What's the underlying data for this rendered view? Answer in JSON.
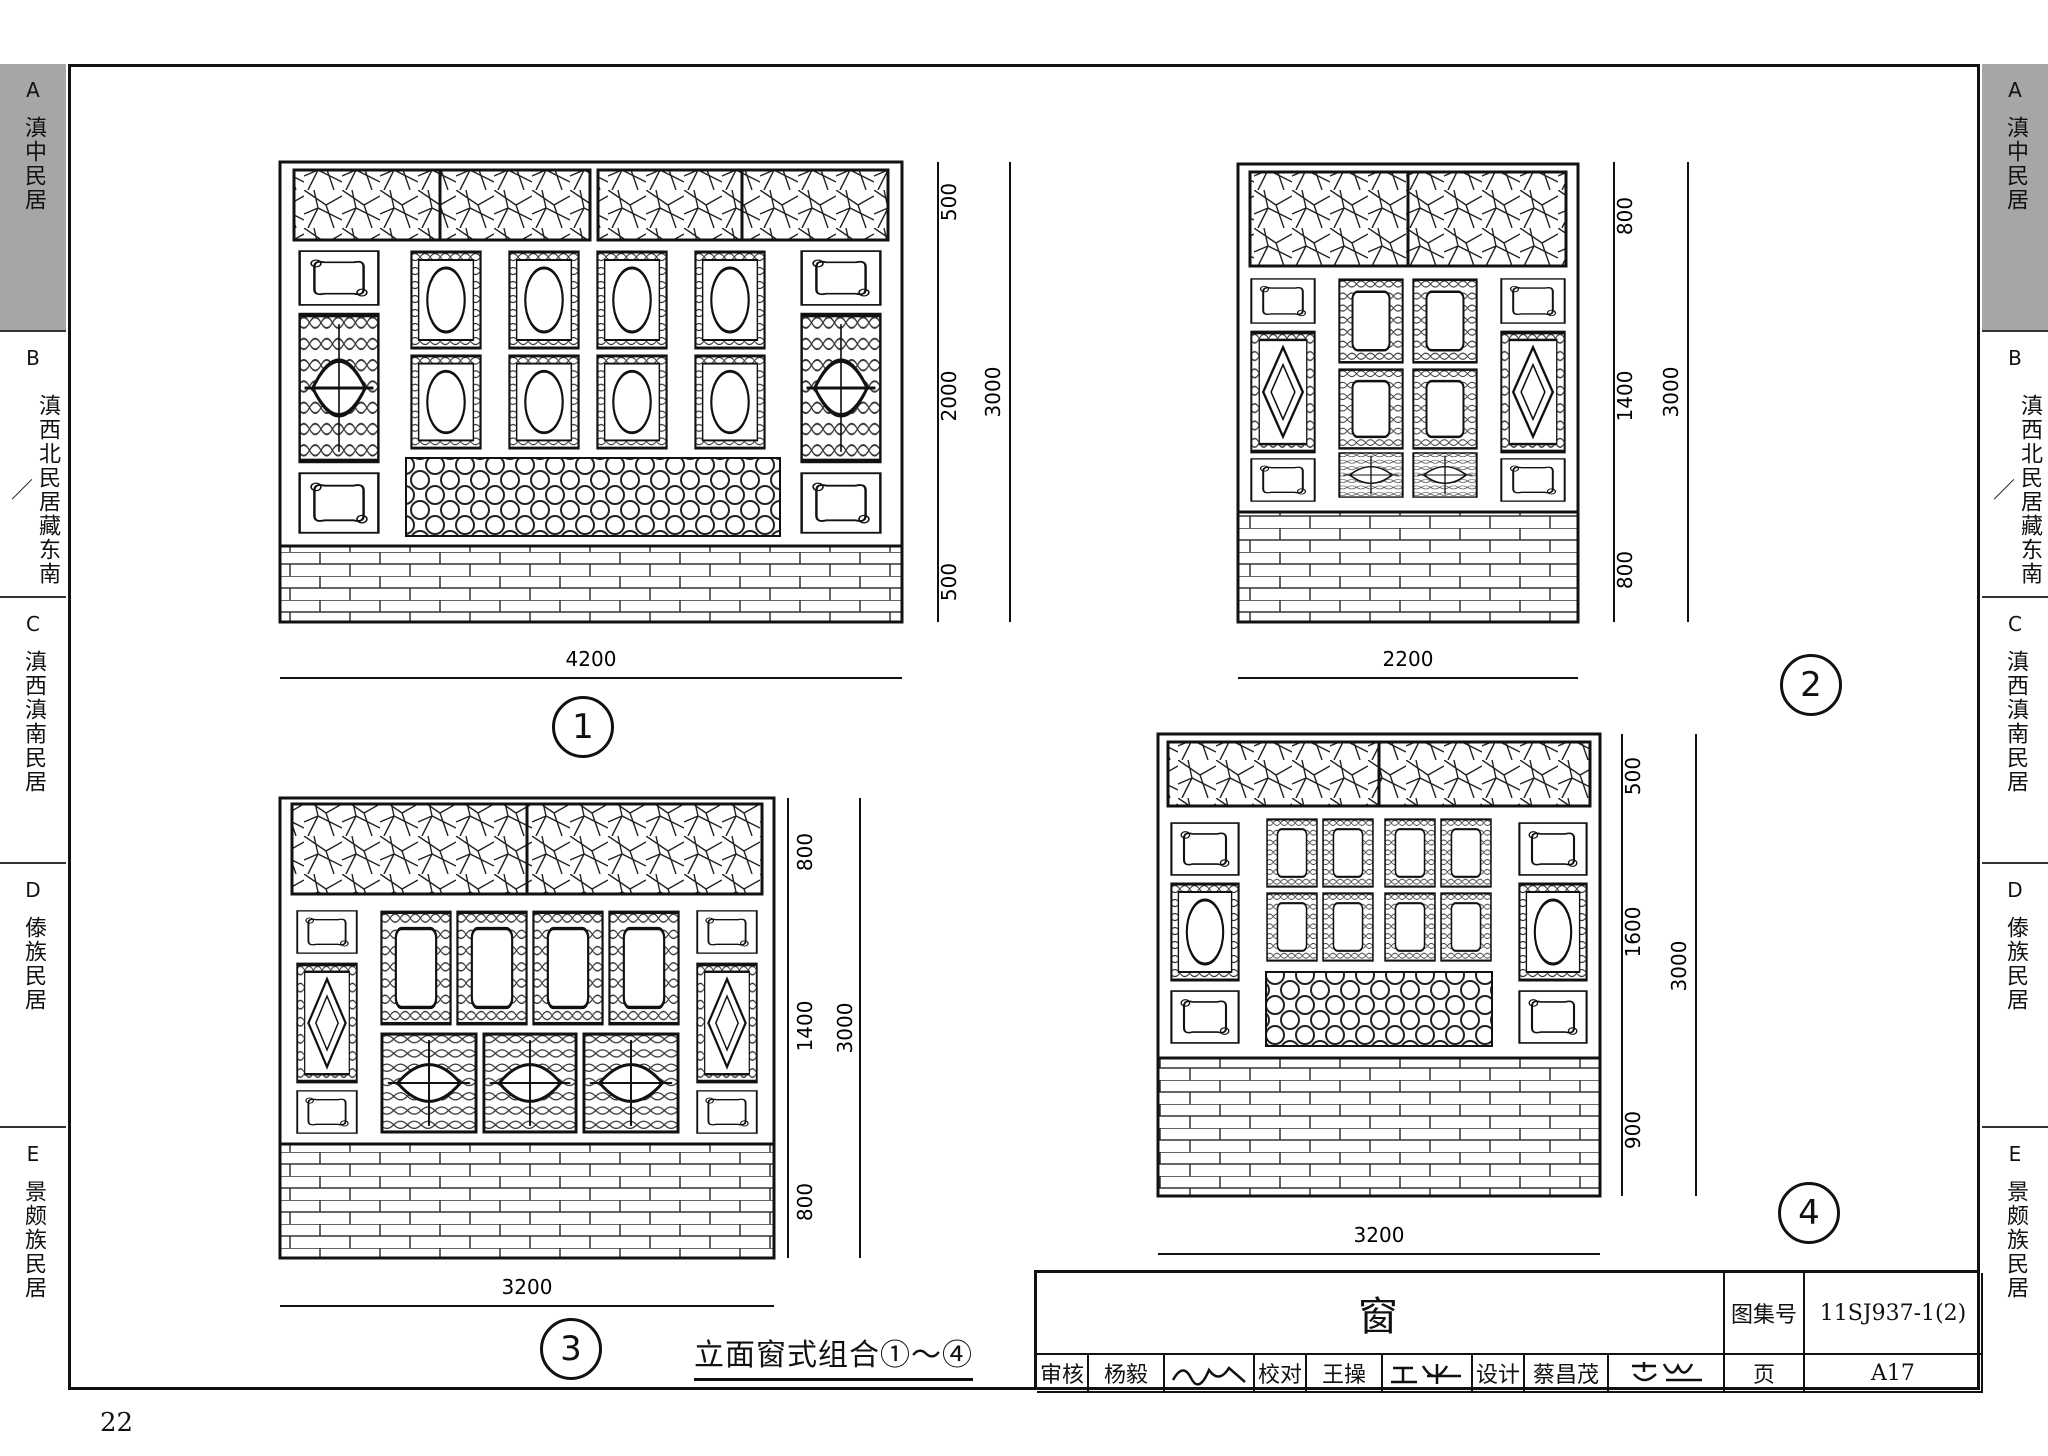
{
  "page_number": "22",
  "tabs": [
    {
      "letter": "A",
      "name": "滇中民居",
      "active": true
    },
    {
      "letter": "B",
      "name": "滇西北民居藏东南／",
      "active": false
    },
    {
      "letter": "C",
      "name": "滇西滇南民居",
      "active": false
    },
    {
      "letter": "D",
      "name": "傣族民居",
      "active": false
    },
    {
      "letter": "E",
      "name": "景颇族民居",
      "active": false
    }
  ],
  "drawings": [
    {
      "label": "1",
      "width": "4200",
      "dims": [
        "500",
        "2000",
        "500"
      ],
      "total": "3000"
    },
    {
      "label": "2",
      "width": "2200",
      "dims": [
        "800",
        "1400",
        "800"
      ],
      "total": "3000"
    },
    {
      "label": "3",
      "width": "3200",
      "dims": [
        "800",
        "1400",
        "800"
      ],
      "total": "3000"
    },
    {
      "label": "4",
      "width": "3200",
      "dims": [
        "500",
        "1600",
        "900"
      ],
      "total": "3000"
    }
  ],
  "caption": "立面窗式组合①～④",
  "title_block": {
    "title": "窗",
    "atlas_label": "图集号",
    "atlas_no": "11SJ937-1(2)",
    "review_label": "审核",
    "reviewer": "杨毅",
    "check_label": "校对",
    "checker": "王操",
    "design_label": "设计",
    "designer": "蔡昌茂",
    "page_label": "页",
    "page_code": "A17"
  }
}
